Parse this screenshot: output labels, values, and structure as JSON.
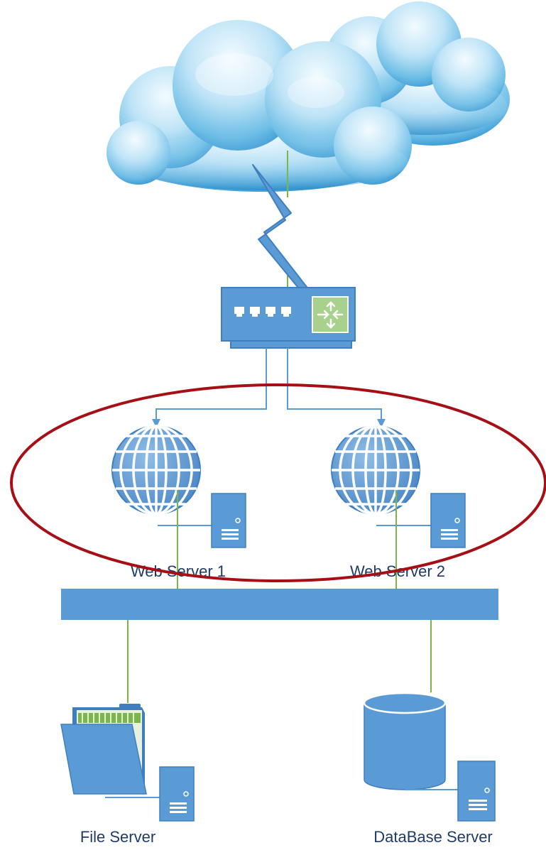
{
  "nodes": {
    "web_server_1": {
      "label": "Web Server 1"
    },
    "web_server_2": {
      "label": "Web Server 2"
    },
    "file_server": {
      "label": "File Server"
    },
    "database_server": {
      "label": "DataBase Server"
    }
  },
  "colors": {
    "device_blue": "#5b9bd5",
    "device_outline": "#3f7fbf",
    "link_green": "#7ab648",
    "router_port_green": "#a9d18e",
    "highlight_ring": "#a50f15",
    "cloud_light": "#dff2fc",
    "cloud_dark": "#2a8fce"
  },
  "icons": {
    "internet": "cloud-icon",
    "wan_link": "lightning-bolt-icon",
    "router": "router-icon",
    "web_server": "globe-icon",
    "server": "server-tower-icon",
    "file_server": "folder-icon",
    "database": "database-cylinder-icon",
    "lan": "lan-bus-icon"
  }
}
